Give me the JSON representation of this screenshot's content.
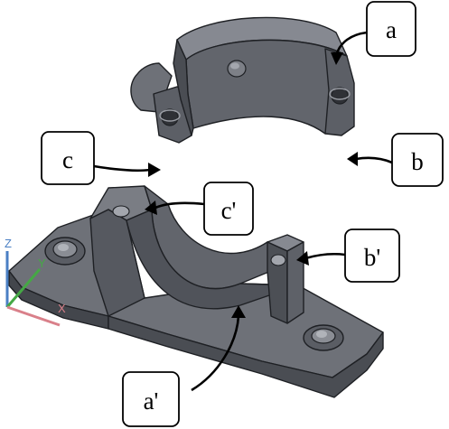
{
  "labels": {
    "a": "a",
    "b": "b",
    "c": "c",
    "a_prime": "a'",
    "b_prime": "b'",
    "c_prime": "c'"
  },
  "axes": {
    "z": "Z",
    "y": "Y",
    "x": "X"
  },
  "colors": {
    "part_top": "#6e7178",
    "part_side": "#565960",
    "part_dark": "#3e4046",
    "part_light": "#868991",
    "edge": "#1e2024",
    "axis_z": "#4a7fc4",
    "axis_y": "#45a845",
    "axis_x": "#d9808a"
  }
}
